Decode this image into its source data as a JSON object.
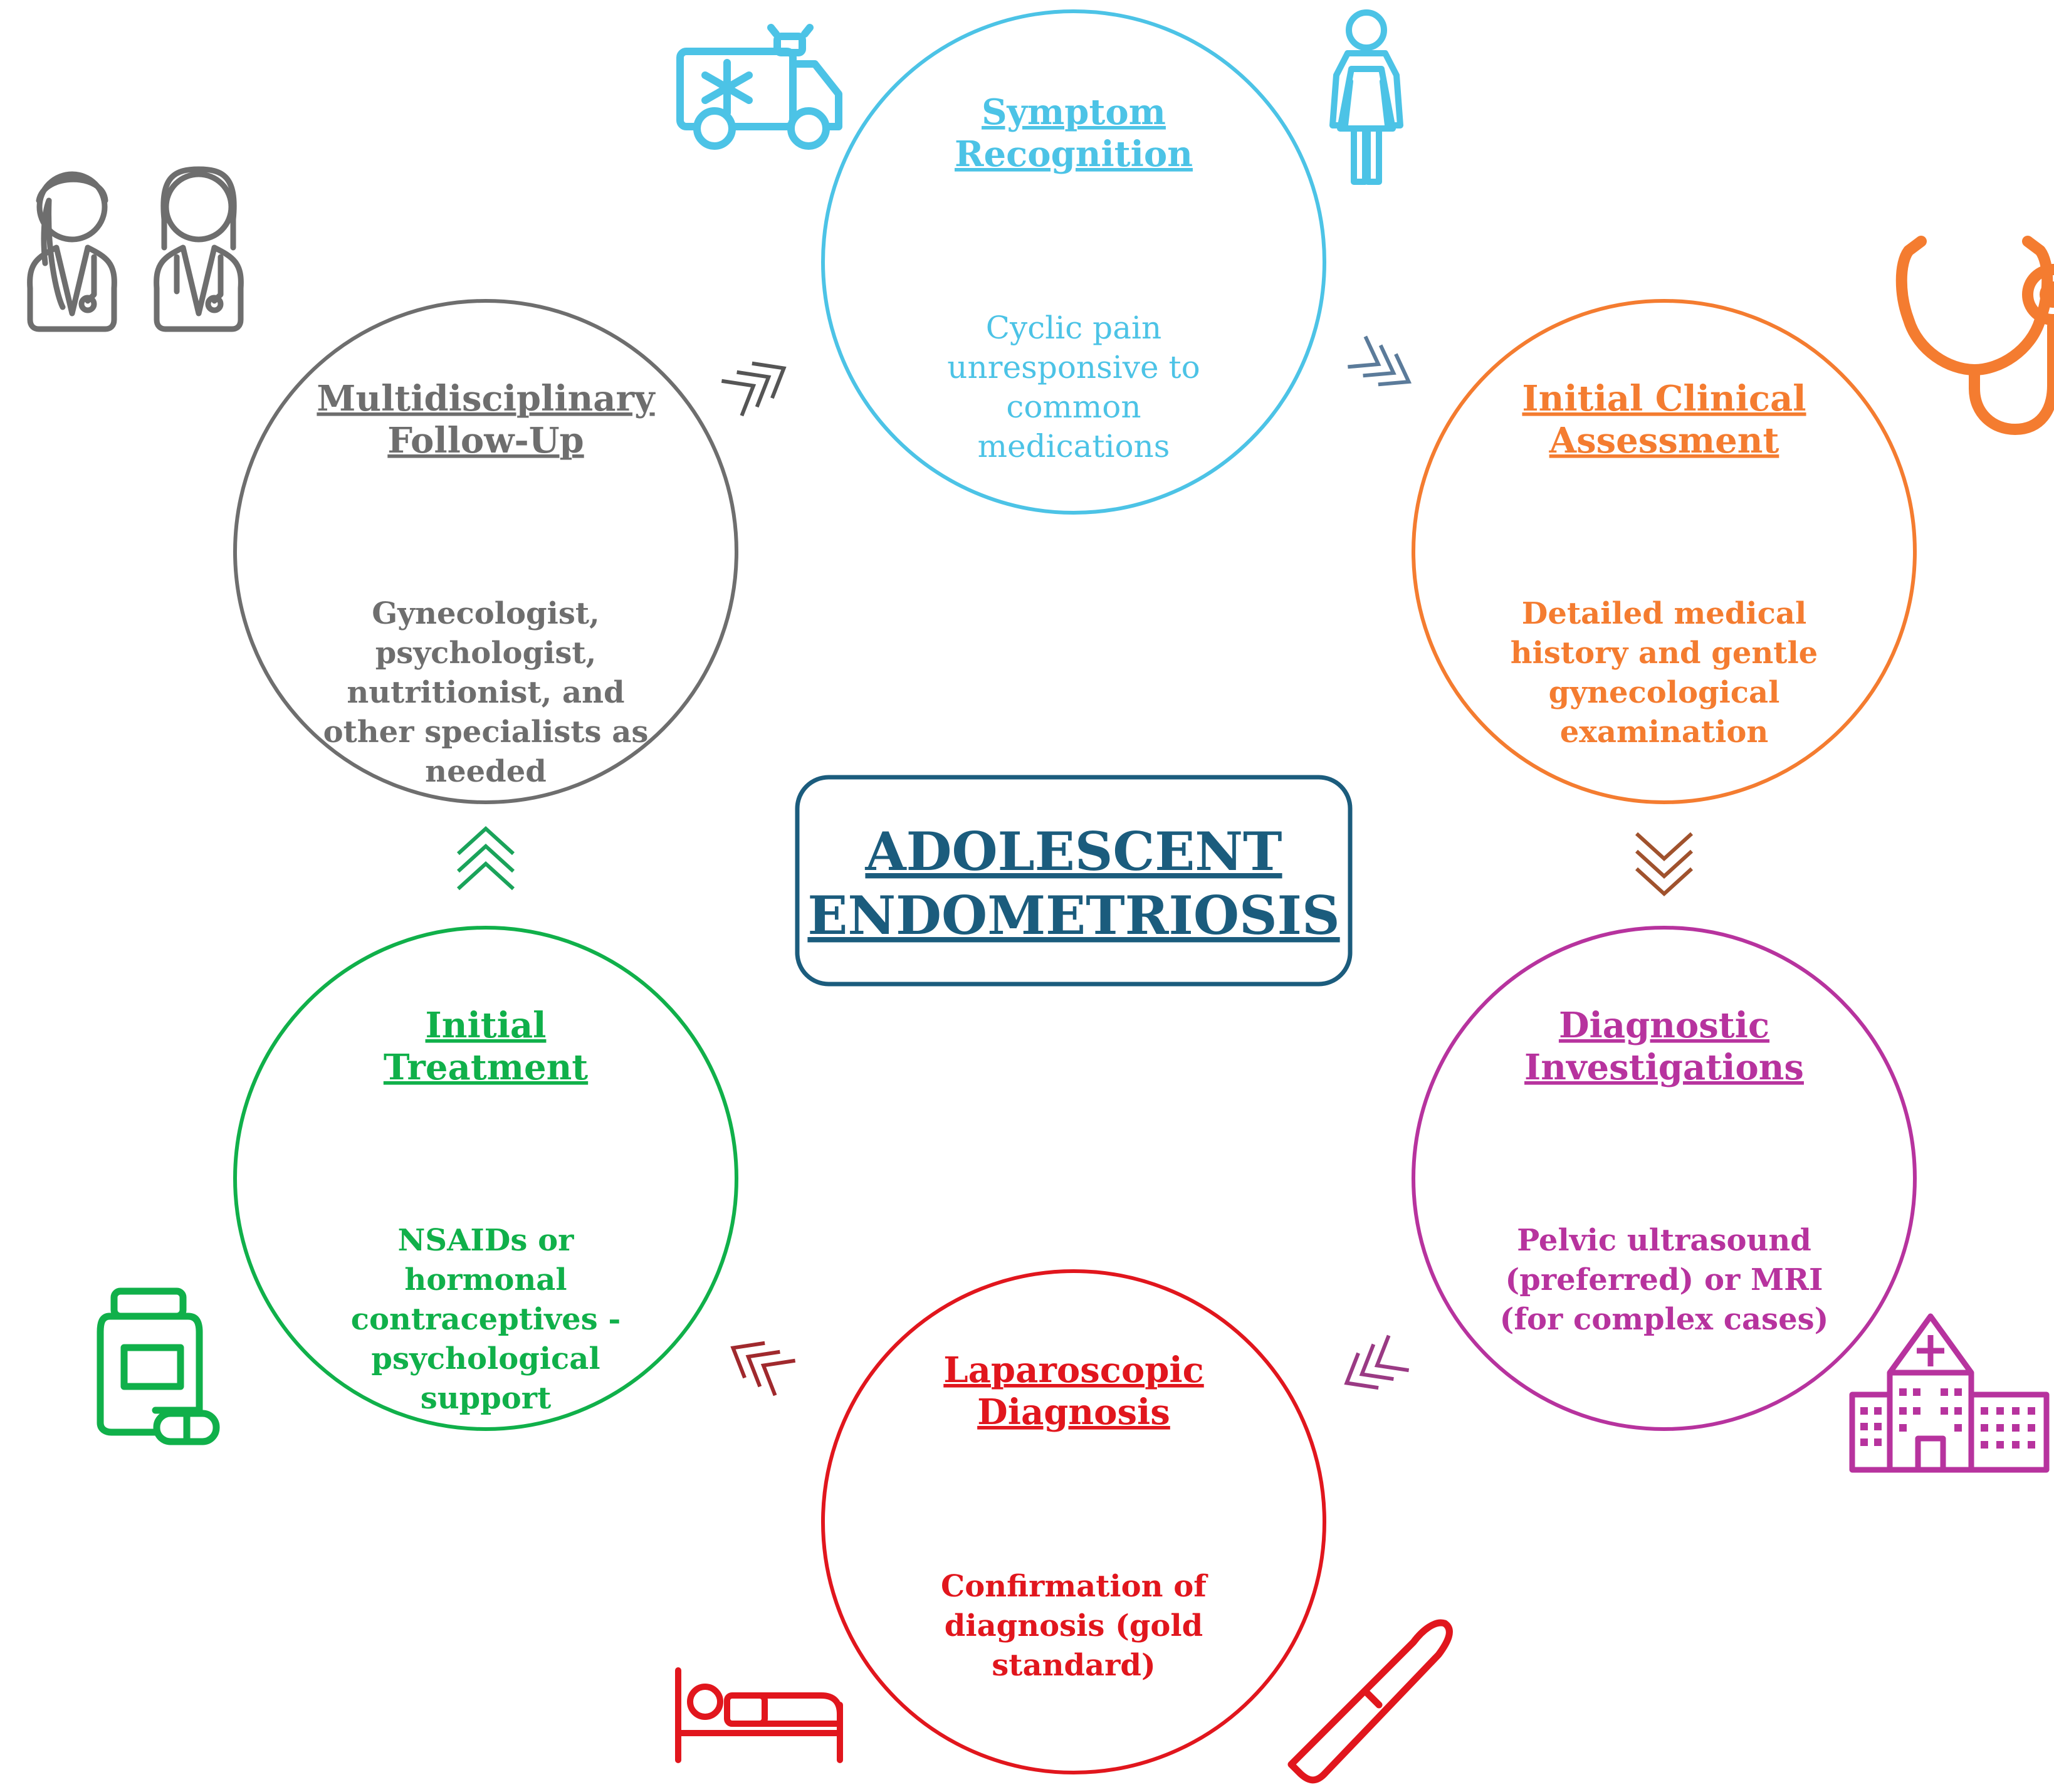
{
  "center": {
    "line1": "ADOLESCENT",
    "line2": "ENDOMETRIOSIS",
    "color": "#1b5c7d"
  },
  "steps": [
    {
      "id": "symptom-recognition",
      "title": [
        "Symptom",
        "Recognition"
      ],
      "description": [
        "Cyclic pain",
        "unresponsive to",
        "common",
        "medications"
      ],
      "color": "#4cc3e6"
    },
    {
      "id": "initial-clinical-assessment",
      "title": [
        "Initial Clinical",
        "Assessment"
      ],
      "description": [
        "Detailed medical",
        "history and gentle",
        "gynecological",
        "examination"
      ],
      "color": "#f47c30"
    },
    {
      "id": "diagnostic-investigations",
      "title": [
        "Diagnostic",
        "Investigations"
      ],
      "description": [
        "Pelvic ultrasound",
        "(preferred) or MRI",
        "(for complex cases)"
      ],
      "color": "#b7339e"
    },
    {
      "id": "laparoscopic-diagnosis",
      "title": [
        "Laparoscopic",
        "Diagnosis"
      ],
      "description": [
        "Confirmation of",
        "diagnosis (gold",
        "standard)"
      ],
      "color": "#e1161d"
    },
    {
      "id": "initial-treatment",
      "title": [
        "Initial",
        "Treatment"
      ],
      "description": [
        "NSAIDs or",
        "hormonal",
        "contraceptives -",
        "psychological",
        "support"
      ],
      "color": "#10b04a"
    },
    {
      "id": "multidisciplinary-follow-up",
      "title": [
        "Multidisciplinary",
        "Follow-Up"
      ],
      "description": [
        "Gynecologist,",
        "psychologist,",
        "nutritionist, and",
        "other specialists as",
        "needed"
      ],
      "color": "#6e6e6e"
    }
  ],
  "connector_colors": [
    "#5b7b9a",
    "#a0522d",
    "#9a3a84",
    "#a0292d",
    "#1aa35a",
    "#555555"
  ],
  "icons": [
    "ambulance-icon",
    "woman-icon",
    "stethoscope-icon",
    "hospital-icon",
    "surgical-knife-icon",
    "hospital-bed-icon",
    "pill-bottle-icon",
    "doctors-icon"
  ]
}
